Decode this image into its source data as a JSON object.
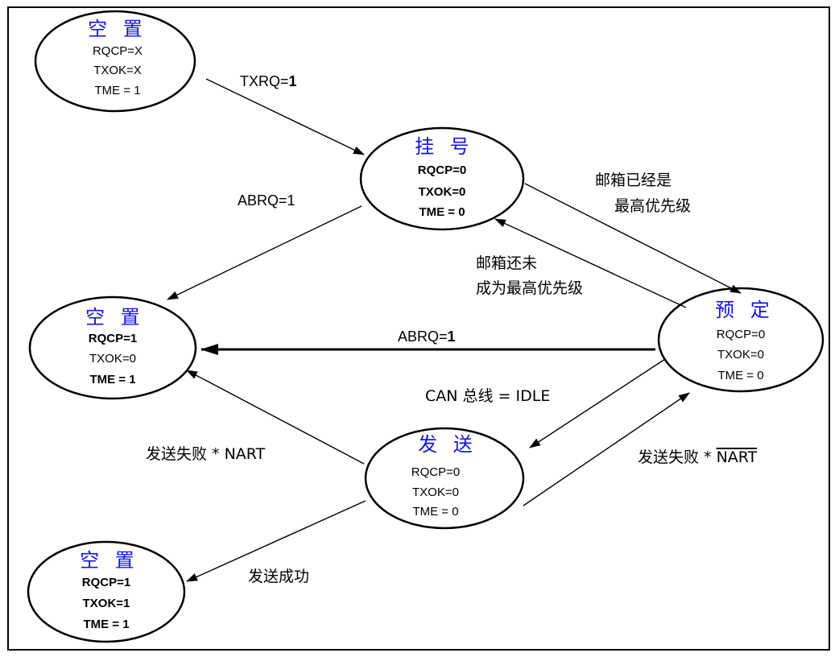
{
  "states": {
    "idle_top": {
      "title": "空 置",
      "rqcp": "RQCP=X",
      "txok": "TXOK=X",
      "tme": "TME = 1"
    },
    "pending": {
      "title": "挂 号",
      "rqcp": "RQCP=0",
      "txok": "TXOK=0",
      "tme": "TME = 0"
    },
    "idle_mid": {
      "title": "空 置",
      "rqcp": "RQCP=1",
      "txok": "TXOK=0",
      "tme": "TME = 1"
    },
    "scheduled": {
      "title": "预 定",
      "rqcp": "RQCP=0",
      "txok": "TXOK=0",
      "tme": "TME = 0"
    },
    "transmit": {
      "title": "发 送",
      "rqcp": "RQCP=0",
      "txok": "TXOK=0",
      "tme": "TME = 0"
    },
    "idle_bottom": {
      "title": "空 置",
      "rqcp": "RQCP=1",
      "txok": "TXOK=1",
      "tme": "TME = 1"
    }
  },
  "transitions": {
    "txrq": {
      "prefix": "TXRQ=",
      "value": "1"
    },
    "abrq_pending": "ABRQ=1",
    "highest_line1": "邮箱已经是",
    "highest_line2": "最高优先级",
    "not_highest_line1": "邮箱还未",
    "not_highest_line2": "成为最高优先级",
    "abrq_scheduled": {
      "prefix": "ABRQ=",
      "value": "1"
    },
    "can_idle": "CAN 总线 = IDLE",
    "fail_nart": "发送失败 * NART",
    "fail_not_nart_prefix": "发送失败 * ",
    "fail_not_nart_symbol": "NART",
    "success": "发送成功"
  },
  "colors": {
    "title": "#1414e6",
    "line": "#000000"
  }
}
